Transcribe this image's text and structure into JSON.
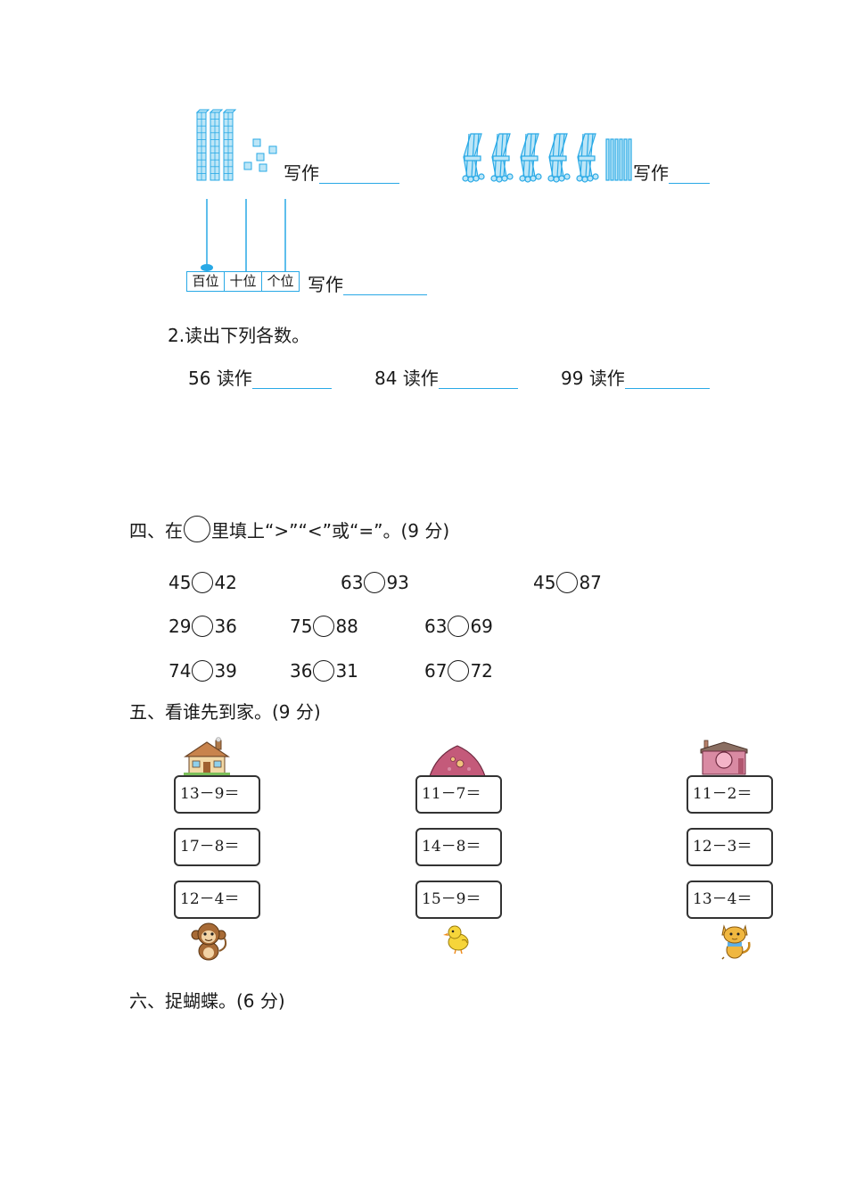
{
  "section3": {
    "blocks_write_label": "写作",
    "bundles_write_label": "写作",
    "abacus_write_label": "写作",
    "place_values": [
      "百位",
      "十位",
      "个位"
    ],
    "q2_title": "2.读出下列各数。",
    "read_items": [
      {
        "number": "56",
        "label": "读作"
      },
      {
        "number": "84",
        "label": "读作"
      },
      {
        "number": "99",
        "label": "读作"
      }
    ]
  },
  "section4": {
    "title_before": "四、在",
    "title_after": "里填上“>”“<”或“=”。(9 分)",
    "rows": [
      [
        {
          "a": "45",
          "b": "42"
        },
        {
          "a": "63",
          "b": "93"
        },
        {
          "a": "45",
          "b": "87"
        }
      ],
      [
        {
          "a": "29",
          "b": "36"
        },
        {
          "a": "75",
          "b": "88"
        },
        {
          "a": "63",
          "b": "69"
        }
      ],
      [
        {
          "a": "74",
          "b": "39"
        },
        {
          "a": "36",
          "b": "31"
        },
        {
          "a": "67",
          "b": "72"
        }
      ]
    ]
  },
  "section5": {
    "title": "五、看谁先到家。(9 分)",
    "columns": [
      {
        "equations": [
          "13－9＝",
          "17－8＝",
          "12－4＝"
        ],
        "home": "house-icon",
        "animal": "monkey-icon"
      },
      {
        "equations": [
          "11－7＝",
          "14－8＝",
          "15－9＝"
        ],
        "home": "mushroom-house-icon",
        "animal": "chick-icon"
      },
      {
        "equations": [
          "11－2＝",
          "12－3＝",
          "13－4＝"
        ],
        "home": "cottage-icon",
        "animal": "cat-icon"
      }
    ]
  },
  "section6": {
    "title": "六、捉蝴蝶。(6 分)"
  },
  "colors": {
    "accent_blue": "#29a9e6",
    "text": "#1a1a1a"
  }
}
